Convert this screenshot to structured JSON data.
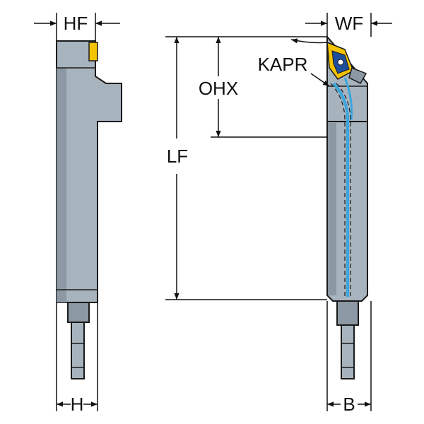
{
  "labels": {
    "hf": "HF",
    "wf": "WF",
    "kapr": "KAPR",
    "ohx": "OHX",
    "lf": "LF",
    "h": "H",
    "b": "B"
  },
  "colors": {
    "body": "#a7b3bd",
    "body_shade": "#8c99a4",
    "outline": "#1a1a1a",
    "insert_yellow": "#f3c300",
    "insert_blue": "#1f4e9c",
    "coolant": "#3aa6de",
    "dim_line": "#111111"
  }
}
